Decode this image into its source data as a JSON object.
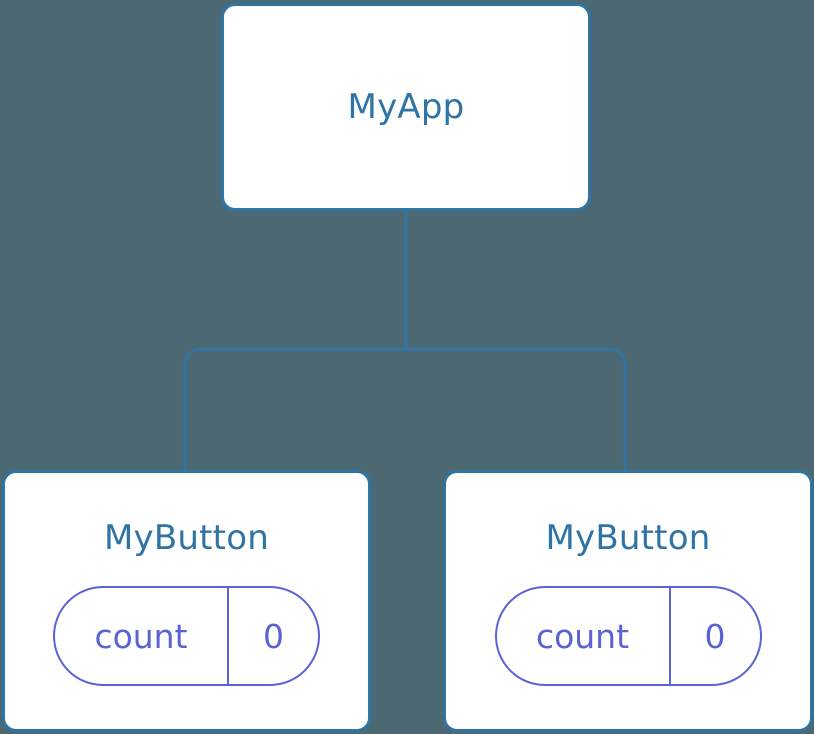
{
  "diagram": {
    "type": "component-tree",
    "background_color": "#4b6873",
    "node_border_color": "#2f74a3",
    "node_fill_color": "#ffffff",
    "title_text_color": "#2f74a3",
    "connector_color": "#2f74a3",
    "state_accent_color": "#5a62d6"
  },
  "root": {
    "title": "MyApp"
  },
  "children": [
    {
      "title": "MyButton",
      "state": {
        "key": "count",
        "value": "0"
      }
    },
    {
      "title": "MyButton",
      "state": {
        "key": "count",
        "value": "0"
      }
    }
  ]
}
